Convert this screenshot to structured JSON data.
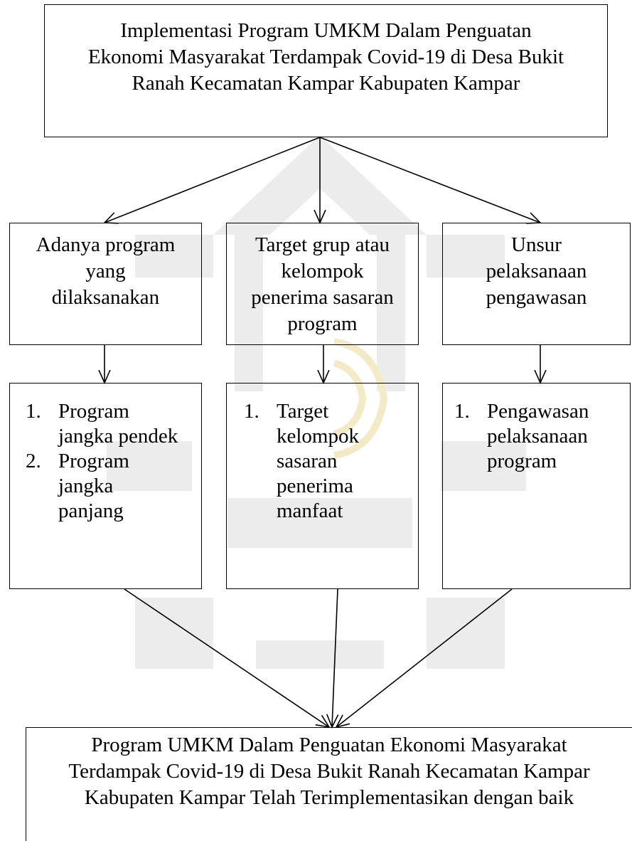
{
  "top_box": {
    "lines": [
      "Implementasi Program UMKM Dalam Penguatan",
      "Ekonomi Masyarakat Terdampak Covid-19 di Desa Bukit",
      "Ranah Kecamatan Kampar Kabupaten Kampar"
    ]
  },
  "mid_boxes": [
    {
      "lines": [
        "Adanya program",
        "yang",
        "dilaksanakan"
      ]
    },
    {
      "lines": [
        "Target grup atau",
        "kelompok",
        "penerima sasaran",
        "program"
      ]
    },
    {
      "lines": [
        "Unsur",
        "pelaksanaan",
        "pengawasan"
      ]
    }
  ],
  "list_boxes": [
    {
      "items": [
        {
          "num": "1.",
          "lines": [
            "Program",
            "jangka pendek"
          ]
        },
        {
          "num": "2.",
          "lines": [
            "Program",
            "jangka",
            "panjang"
          ]
        }
      ]
    },
    {
      "items": [
        {
          "num": "1.",
          "lines": [
            "Target",
            "kelompok",
            "sasaran",
            "penerima",
            "manfaat"
          ]
        }
      ]
    },
    {
      "items": [
        {
          "num": "1.",
          "lines": [
            "Pengawasan",
            "pelaksanaan",
            "program"
          ]
        }
      ]
    }
  ],
  "bottom_box": {
    "lines": [
      "Program UMKM Dalam Penguatan Ekonomi Masyarakat",
      "Terdampak Covid-19 di Desa Bukit Ranah Kecamatan Kampar",
      "Kabupaten Kampar Telah Terimplementasikan dengan baik"
    ]
  },
  "colors": {
    "stroke": "#000000",
    "watermark_gray": "#e8e8e8",
    "watermark_gold": "#f1e6b8"
  }
}
